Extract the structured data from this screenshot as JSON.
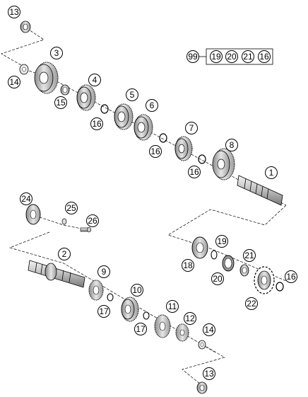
{
  "callouts": {
    "c1": "1",
    "c2": "2",
    "c3": "3",
    "c4": "4",
    "c5": "5",
    "c6": "6",
    "c7": "7",
    "c8": "8",
    "c9": "9",
    "c10": "10",
    "c11": "11",
    "c12": "12",
    "c13_top": "13",
    "c13_bottom": "13",
    "c14_upper": "14",
    "c14_lower": "14",
    "c15": "15",
    "c16_a": "16",
    "c16_b": "16",
    "c16_c": "16",
    "c16_d": "16",
    "c17_a": "17",
    "c17_b": "17",
    "c18": "18",
    "c19": "19",
    "c20": "20",
    "c21": "21",
    "c22": "22",
    "c24": "24",
    "c25": "25",
    "c26": "26"
  },
  "kit": {
    "number": "99",
    "contents": [
      "19",
      "20",
      "21",
      "16"
    ]
  }
}
